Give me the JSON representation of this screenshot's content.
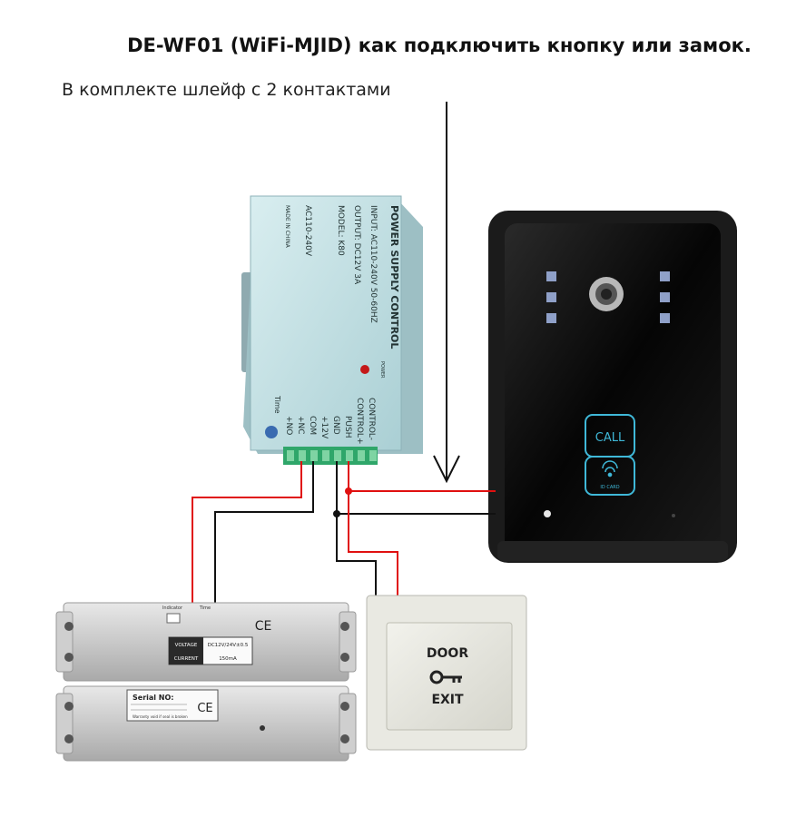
{
  "title": "DE-WF01 (WiFi-MJID) как подключить кнопку или замок.",
  "subtitle": "В комплекте шлейф с 2 контактами",
  "power_supply": {
    "header": "POWER SUPPLY CONTROL",
    "input": "INPUT: AC110-240V  50-60HZ",
    "output": "OUTPUT: DC12V  3A",
    "model": "MODEL: K80",
    "ac": "AC110-240V",
    "made_in": "MADE IN CHINA",
    "power_label": "POWER",
    "time_label": "Time",
    "terminals": [
      "+NO",
      "+NC",
      "COM",
      "+12V",
      "GND",
      "PUSH",
      "CONTROL+",
      "CONTROL-"
    ]
  },
  "door_panel": {
    "call": "CALL",
    "id_card": "ID CARD"
  },
  "lock": {
    "indicator": "Indicator",
    "time": "Time",
    "voltage_label": "VOLTAGE",
    "voltage_value": "DC12V/24V±0.5",
    "current_label": "CURRENT",
    "current_value": "150mA",
    "ce": "CE",
    "serial": "Serial NO:",
    "warranty": "Warranty void if seal is broken"
  },
  "exit_button": {
    "door": "DOOR",
    "exit": "EXIT"
  },
  "colors": {
    "wire_red": "#e01010",
    "wire_black": "#111111",
    "panel_body": "#111111",
    "psu_body": "#c7e3e6",
    "terminal_green": "#2fa66a",
    "led_blue": "#3fb8d8"
  }
}
